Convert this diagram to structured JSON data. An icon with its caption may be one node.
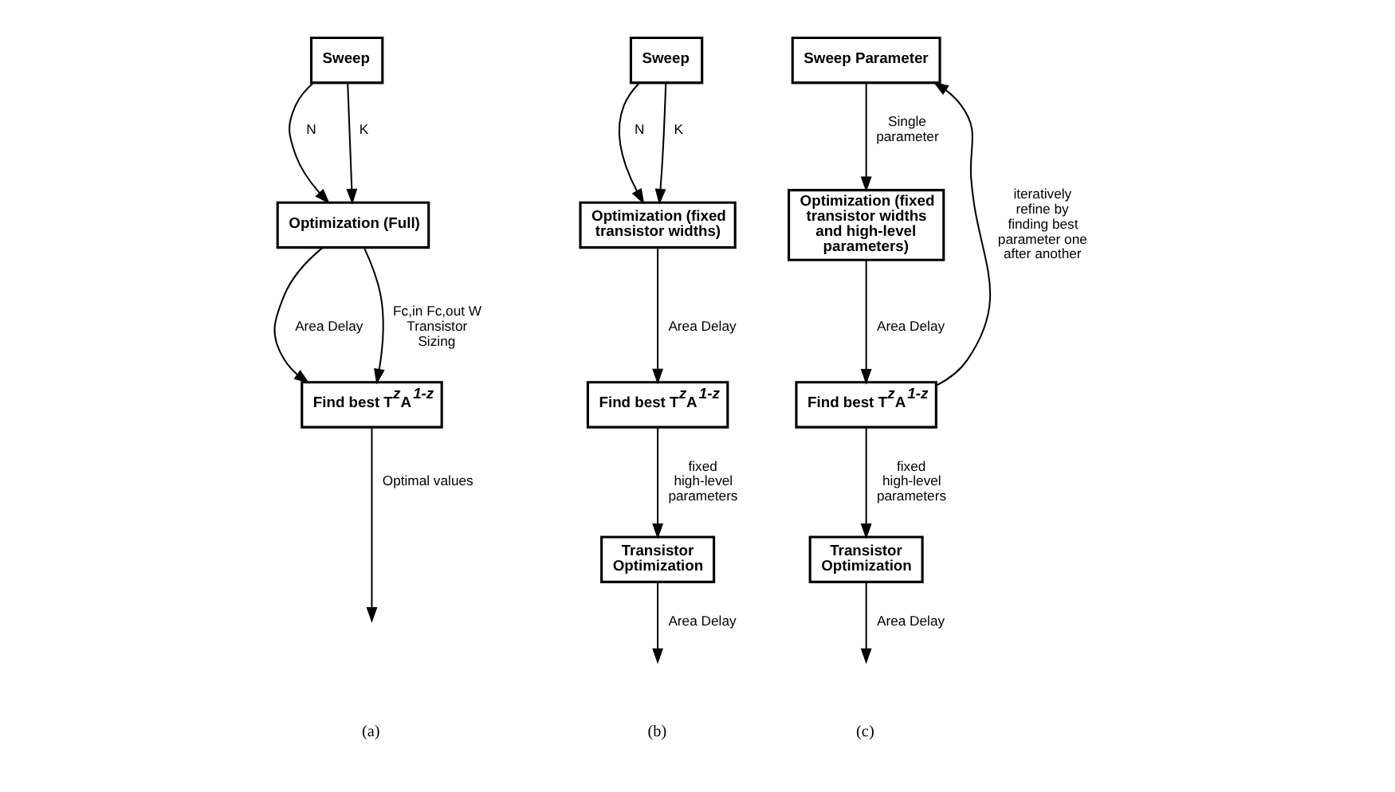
{
  "diagram": {
    "nodes": [
      {
        "text": [
          "Sweep"
        ]
      },
      {
        "text": [
          "Optimization (Full)"
        ]
      },
      {
        "text": [
          "Find best T$^{z}$A$^{1-z}$"
        ]
      },
      {
        "text": [
          "Sweep"
        ]
      },
      {
        "text": [
          "Optimization (fixed transistor widths)"
        ]
      },
      {
        "text": [
          "Find best T$^{z}$A$^{1-z}$"
        ]
      },
      {
        "text": [
          "Transistor Optimization"
        ]
      },
      {
        "text": [
          "Sweep Parameter"
        ]
      },
      {
        "text": [
          "Optimization (fixed transistor widths and high-level parameters)"
        ]
      },
      {
        "text": [
          "Find best T$^{z}$A$^{1-z}$"
        ]
      },
      {
        "text": [
          "Transistor Optimization"
        ]
      }
    ],
    "edges": [
      {
        "from": 0,
        "to": 1,
        "arrow": "to",
        "label": "N"
      },
      {
        "from": 0,
        "to": 1,
        "arrow": "to",
        "label": "K"
      },
      {
        "from": 1,
        "to": 2,
        "arrow": "to",
        "label": "Area Delay"
      },
      {
        "from": 1,
        "to": 2,
        "arrow": "to",
        "label": "Fc,in Fc,out W Transistor Sizing"
      },
      {
        "from": 2,
        "to": null,
        "arrow": "to",
        "label": "Optimal values"
      },
      {
        "from": 3,
        "to": 4,
        "arrow": "to",
        "label": "N"
      },
      {
        "from": 3,
        "to": 4,
        "arrow": "to",
        "label": "K"
      },
      {
        "from": 4,
        "to": 5,
        "arrow": "to",
        "label": "Area Delay"
      },
      {
        "from": 5,
        "to": 6,
        "arrow": "to",
        "label": "fixed high-level parameters"
      },
      {
        "from": 6,
        "to": null,
        "arrow": "to",
        "label": "Area Delay"
      },
      {
        "from": 7,
        "to": 8,
        "arrow": "to",
        "label": "Single parameter"
      },
      {
        "from": 8,
        "to": 9,
        "arrow": "to",
        "label": "Area Delay"
      },
      {
        "from": 9,
        "to": 7,
        "arrow": "to",
        "label": "iteratively refine by finding best parameter one after another"
      },
      {
        "from": 9,
        "to": 10,
        "arrow": "to",
        "label": "fixed high-level parameters"
      },
      {
        "from": 10,
        "to": null,
        "arrow": "to",
        "label": "Area Delay"
      }
    ],
    "labels": [
      "(a)",
      "(b)",
      "(c)"
    ]
  }
}
